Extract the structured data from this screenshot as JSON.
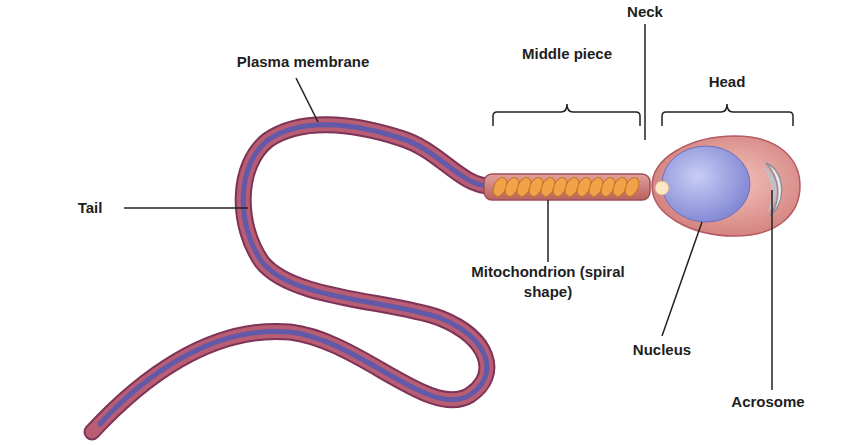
{
  "diagram": {
    "labels": [
      "Neck",
      "Middle piece",
      "Head",
      "Plasma membrane",
      "Tail",
      "Mitochondrion (spiral shape)",
      "Nucleus",
      "Acrosome"
    ]
  }
}
